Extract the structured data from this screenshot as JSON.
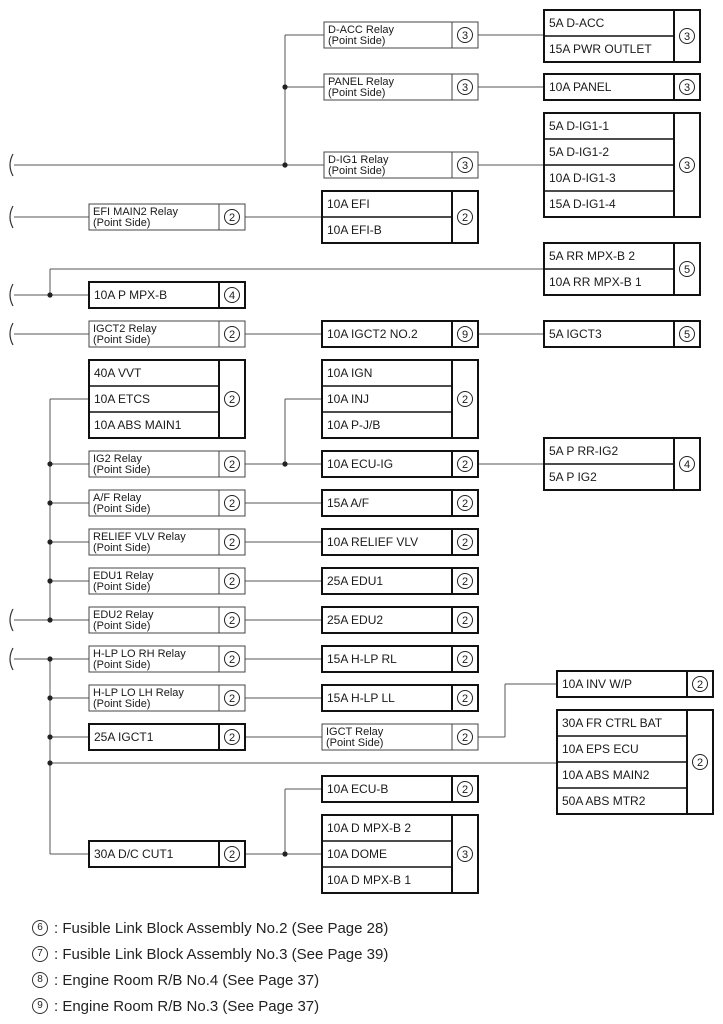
{
  "relays": [
    {
      "name": "D-ACC Relay",
      "sub": "(Point Side)",
      "num": "3"
    },
    {
      "name": "PANEL Relay",
      "sub": "(Point Side)",
      "num": "3"
    },
    {
      "name": "D-IG1 Relay",
      "sub": "(Point Side)",
      "num": "3"
    },
    {
      "name": "EFI MAIN2 Relay",
      "sub": "(Point Side)",
      "num": "2"
    },
    {
      "name": "IGCT2 Relay",
      "sub": "(Point Side)",
      "num": "2"
    },
    {
      "name": "IG2 Relay",
      "sub": "(Point Side)",
      "num": "2"
    },
    {
      "name": "A/F Relay",
      "sub": "(Point Side)",
      "num": "2"
    },
    {
      "name": "RELIEF VLV Relay",
      "sub": "(Point Side)",
      "num": "2"
    },
    {
      "name": "EDU1 Relay",
      "sub": "(Point Side)",
      "num": "2"
    },
    {
      "name": "EDU2 Relay",
      "sub": "(Point Side)",
      "num": "2"
    },
    {
      "name": "H-LP LO RH Relay",
      "sub": "(Point Side)",
      "num": "2"
    },
    {
      "name": "H-LP LO LH Relay",
      "sub": "(Point Side)",
      "num": "2"
    },
    {
      "name": "IGCT Relay",
      "sub": "(Point Side)",
      "num": "2"
    }
  ],
  "fuse_groups": [
    {
      "fuses": [
        "5A D-ACC",
        "15A PWR OUTLET"
      ],
      "num": "3"
    },
    {
      "fuses": [
        "10A PANEL"
      ],
      "num": "3"
    },
    {
      "fuses": [
        "5A D-IG1-1",
        "5A D-IG1-2",
        "10A D-IG1-3",
        "15A D-IG1-4"
      ],
      "num": "3"
    },
    {
      "fuses": [
        "10A EFI",
        "10A EFI-B"
      ],
      "num": "2"
    },
    {
      "fuses": [
        "5A RR MPX-B 2",
        "10A RR MPX-B 1"
      ],
      "num": "5"
    },
    {
      "fuses": [
        "10A P MPX-B"
      ],
      "num": "4"
    },
    {
      "fuses": [
        "10A IGCT2 NO.2"
      ],
      "num": "9"
    },
    {
      "fuses": [
        "5A IGCT3"
      ],
      "num": "5"
    },
    {
      "fuses": [
        "40A VVT",
        "10A ETCS",
        "10A ABS MAIN1"
      ],
      "num": "2"
    },
    {
      "fuses": [
        "10A IGN",
        "10A INJ",
        "10A P-J/B"
      ],
      "num": "2"
    },
    {
      "fuses": [
        "10A ECU-IG"
      ],
      "num": "2"
    },
    {
      "fuses": [
        "5A P RR-IG2",
        "5A P IG2"
      ],
      "num": "4"
    },
    {
      "fuses": [
        "15A A/F"
      ],
      "num": "2"
    },
    {
      "fuses": [
        "10A RELIEF VLV"
      ],
      "num": "2"
    },
    {
      "fuses": [
        "25A EDU1"
      ],
      "num": "2"
    },
    {
      "fuses": [
        "25A EDU2"
      ],
      "num": "2"
    },
    {
      "fuses": [
        "15A H-LP RL"
      ],
      "num": "2"
    },
    {
      "fuses": [
        "15A H-LP LL"
      ],
      "num": "2"
    },
    {
      "fuses": [
        "10A INV W/P"
      ],
      "num": "2"
    },
    {
      "fuses": [
        "25A IGCT1"
      ],
      "num": "2"
    },
    {
      "fuses": [
        "30A FR CTRL BAT",
        "10A EPS ECU",
        "10A ABS MAIN2",
        "50A ABS MTR2"
      ],
      "num": "2"
    },
    {
      "fuses": [
        "10A ECU-B"
      ],
      "num": "2"
    },
    {
      "fuses": [
        "10A D MPX-B 2",
        "10A DOME",
        "10A D MPX-B 1"
      ],
      "num": "3"
    },
    {
      "fuses": [
        "30A D/C CUT1"
      ],
      "num": "2"
    }
  ],
  "legend": [
    {
      "num": "6",
      "text": ": Fusible Link Block Assembly No.2 (See Page 28)"
    },
    {
      "num": "7",
      "text": ": Fusible Link Block Assembly No.3 (See Page 39)"
    },
    {
      "num": "8",
      "text": ": Engine Room R/B No.4 (See Page 37)"
    },
    {
      "num": "9",
      "text": ": Engine Room R/B No.3 (See Page 37)"
    }
  ]
}
